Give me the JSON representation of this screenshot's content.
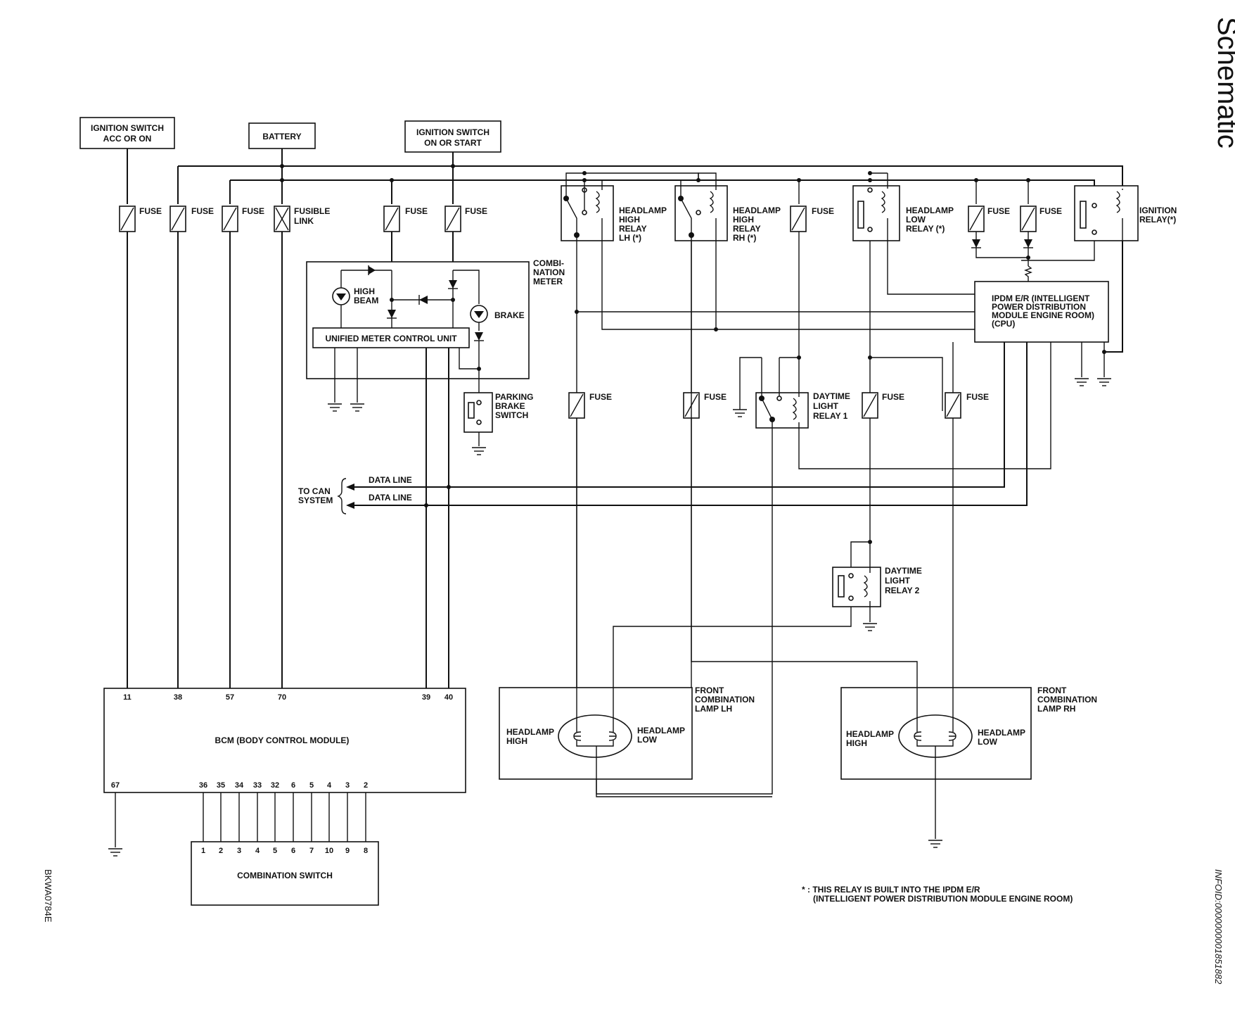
{
  "page": {
    "title": "Schematic",
    "figure_code": "BKWA0784E",
    "info_id": "INFOID:0000000001851882",
    "footnote_line1": "* : THIS RELAY IS BUILT INTO THE IPDM E/R",
    "footnote_line2": "(INTELLIGENT POWER DISTRIBUTION MODULE ENGINE ROOM)"
  },
  "sources": {
    "ign_acc_l1": "IGNITION SWITCH",
    "ign_acc_l2": "ACC OR ON",
    "battery": "BATTERY",
    "ign_on_l1": "IGNITION SWITCH",
    "ign_on_l2": "ON OR START"
  },
  "fuses": {
    "fuse": "FUSE",
    "fusible_l1": "FUSIBLE",
    "fusible_l2": "LINK"
  },
  "relays": {
    "hh_lh": [
      "HEADLAMP",
      "HIGH",
      "RELAY",
      "LH (*)"
    ],
    "hh_rh": [
      "HEADLAMP",
      "HIGH",
      "RELAY",
      "RH (*)"
    ],
    "hl": [
      "HEADLAMP",
      "LOW",
      "RELAY (*)"
    ],
    "ign": [
      "IGNITION",
      "RELAY(*)"
    ],
    "dtl1": [
      "DAYTIME",
      "LIGHT",
      "RELAY 1"
    ],
    "dtl2": [
      "DAYTIME",
      "LIGHT",
      "RELAY 2"
    ]
  },
  "meter": {
    "label": [
      "COMBI-",
      "NATION",
      "METER"
    ],
    "high_beam": [
      "HIGH",
      "BEAM"
    ],
    "brake": "BRAKE",
    "umcu": "UNIFIED METER CONTROL UNIT"
  },
  "parking": [
    "PARKING",
    "BRAKE",
    "SWITCH"
  ],
  "ipdm": [
    "IPDM E/R (INTELLIGENT",
    "POWER DISTRIBUTION",
    "MODULE ENGINE ROOM)",
    "(CPU)"
  ],
  "can": {
    "to": [
      "TO CAN",
      "SYSTEM"
    ],
    "data_line": "DATA LINE"
  },
  "bcm": {
    "label": "BCM (BODY CONTROL MODULE)",
    "top_pins": [
      "11",
      "38",
      "57",
      "70",
      "39",
      "40"
    ],
    "bottom_pins": [
      "67",
      "36",
      "35",
      "34",
      "33",
      "32",
      "6",
      "5",
      "4",
      "3",
      "2"
    ]
  },
  "comb_switch": {
    "label": "COMBINATION SWITCH",
    "pins": [
      "1",
      "2",
      "3",
      "4",
      "5",
      "6",
      "7",
      "10",
      "9",
      "8"
    ]
  },
  "lamps": {
    "lh": [
      "FRONT",
      "COMBINATION",
      "LAMP LH"
    ],
    "rh": [
      "FRONT",
      "COMBINATION",
      "LAMP RH"
    ],
    "high": [
      "HEADLAMP",
      "HIGH"
    ],
    "low": [
      "HEADLAMP",
      "LOW"
    ]
  }
}
